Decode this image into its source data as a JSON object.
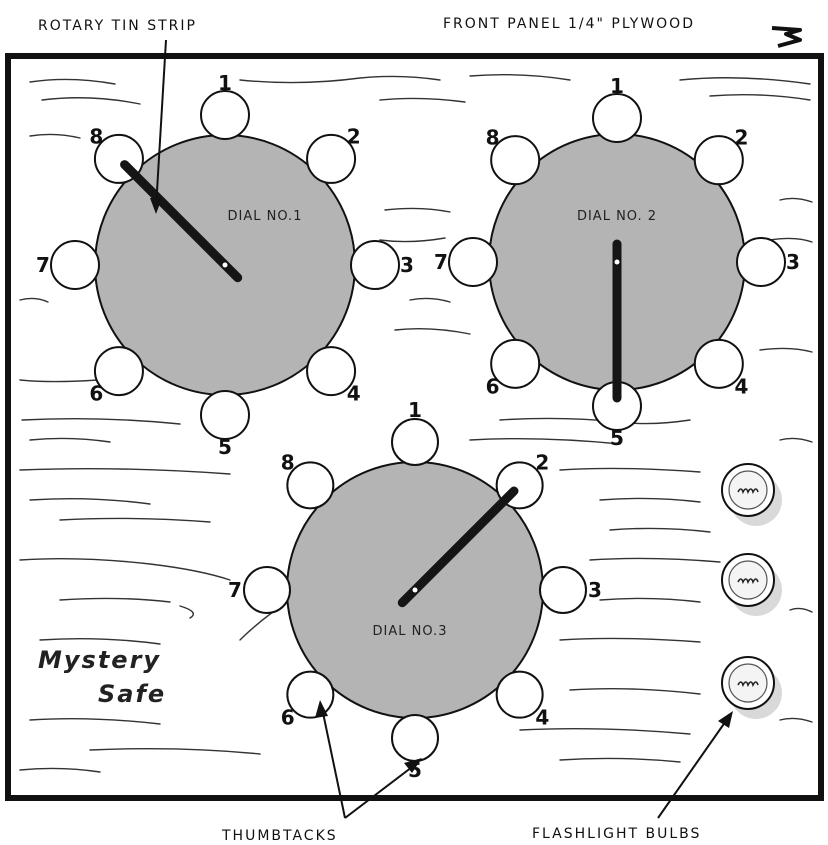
{
  "labels": {
    "rotary_tin_strip": "ROTARY TIN STRIP",
    "front_panel": "FRONT PANEL 1/4\" PLYWOOD",
    "thumbtacks": "THUMBTACKS",
    "flashlight_bulbs": "FLASHLIGHT BULBS",
    "title_line1": "Mystery",
    "title_line2": "Safe"
  },
  "dials": [
    {
      "name": "DIAL NO.1",
      "positions": [
        "1",
        "2",
        "3",
        "4",
        "5",
        "6",
        "7",
        "8"
      ],
      "pointer_position": "8"
    },
    {
      "name": "DIAL NO. 2",
      "positions": [
        "1",
        "2",
        "3",
        "4",
        "5",
        "6",
        "7",
        "8"
      ],
      "pointer_position": "5"
    },
    {
      "name": "DIAL NO.3",
      "positions": [
        "1",
        "2",
        "3",
        "4",
        "5",
        "6",
        "7",
        "8"
      ],
      "pointer_position": "2"
    }
  ],
  "bulbs": [
    "bulb-1",
    "bulb-2",
    "bulb-3"
  ],
  "colors": {
    "dial_face": "#b4b4b4",
    "panel_border": "#111111",
    "pointer": "#151515",
    "thumbtack": "#ffffff"
  }
}
